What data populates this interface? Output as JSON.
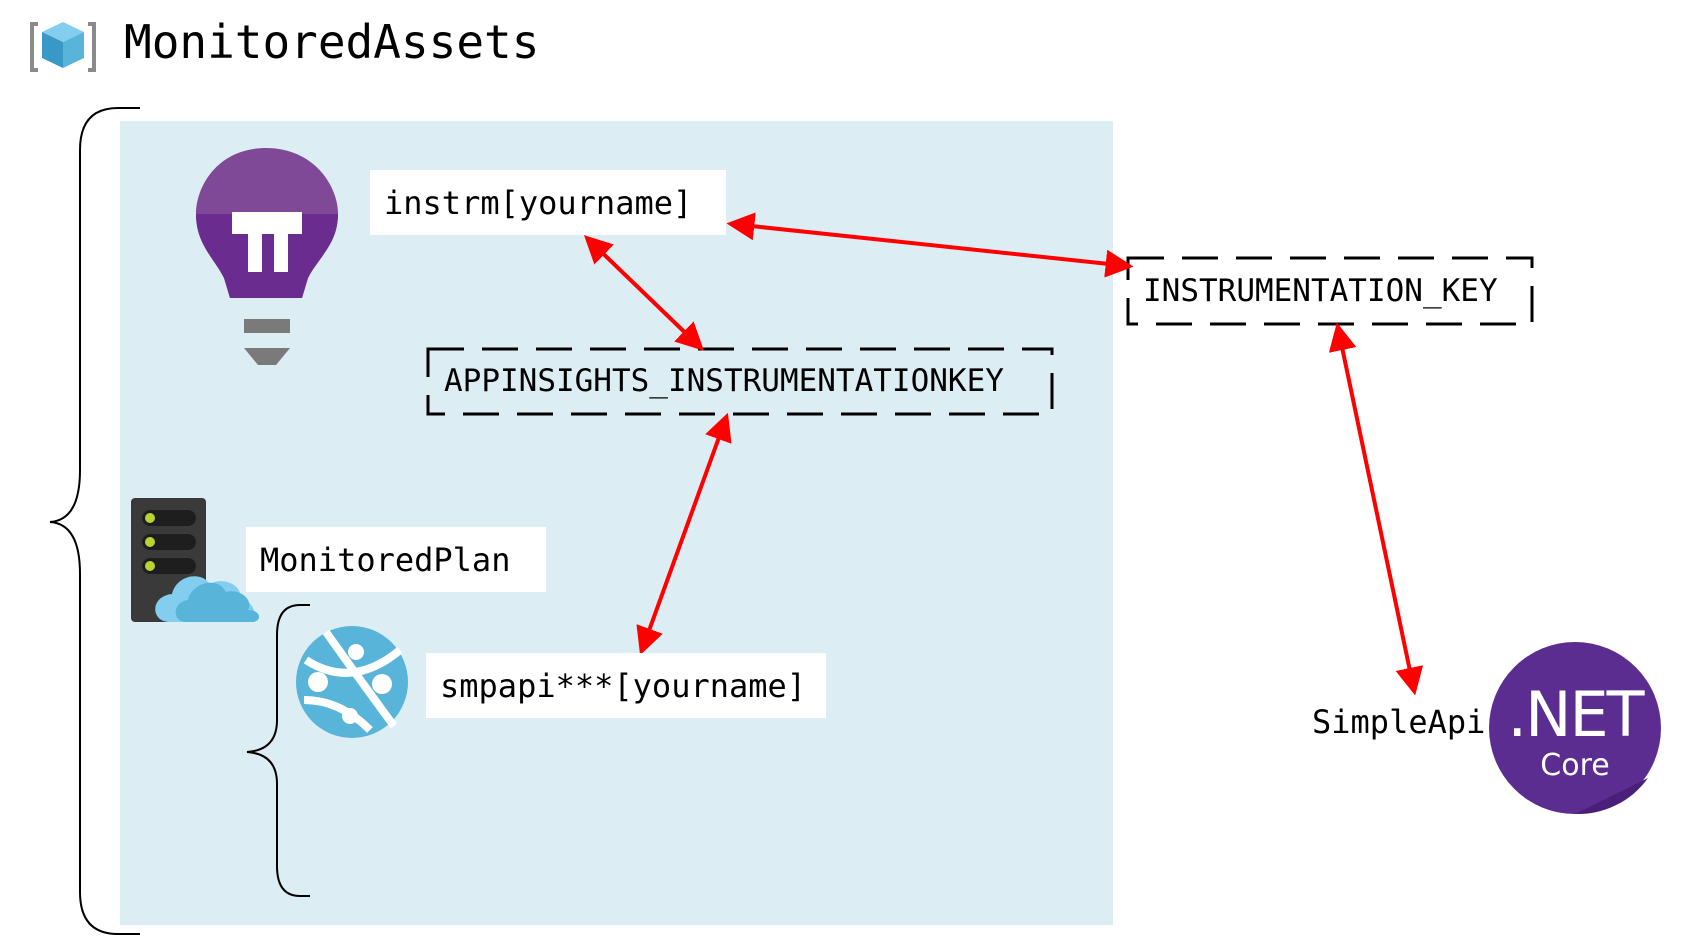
{
  "title": "MonitoredAssets",
  "labels": {
    "app_insights": "instrm[yourname]",
    "appinsights_key": "APPINSIGHTS_INSTRUMENTATIONKEY",
    "instrumentation_key": "INSTRUMENTATION_KEY",
    "plan": "MonitoredPlan",
    "web_app": "smpapi***[yourname]",
    "simple_api": "SimpleApi",
    "net_logo_main": ".NET",
    "net_logo_sub": "Core"
  },
  "colors": {
    "panel": "#dcedf3",
    "arrow": "#ff0000",
    "bulb_purple": "#6b2c8f",
    "net_purple": "#5c2d91",
    "cloud_blue": "#5ab4dd",
    "server_dark": "#3a3a3a",
    "led_green": "#b8d432",
    "cube_blue": "#59b4d9"
  },
  "icons": [
    "resource-group-cube-icon",
    "app-insights-bulb-icon",
    "app-service-plan-icon",
    "web-app-globe-icon",
    "dotnet-core-logo"
  ]
}
